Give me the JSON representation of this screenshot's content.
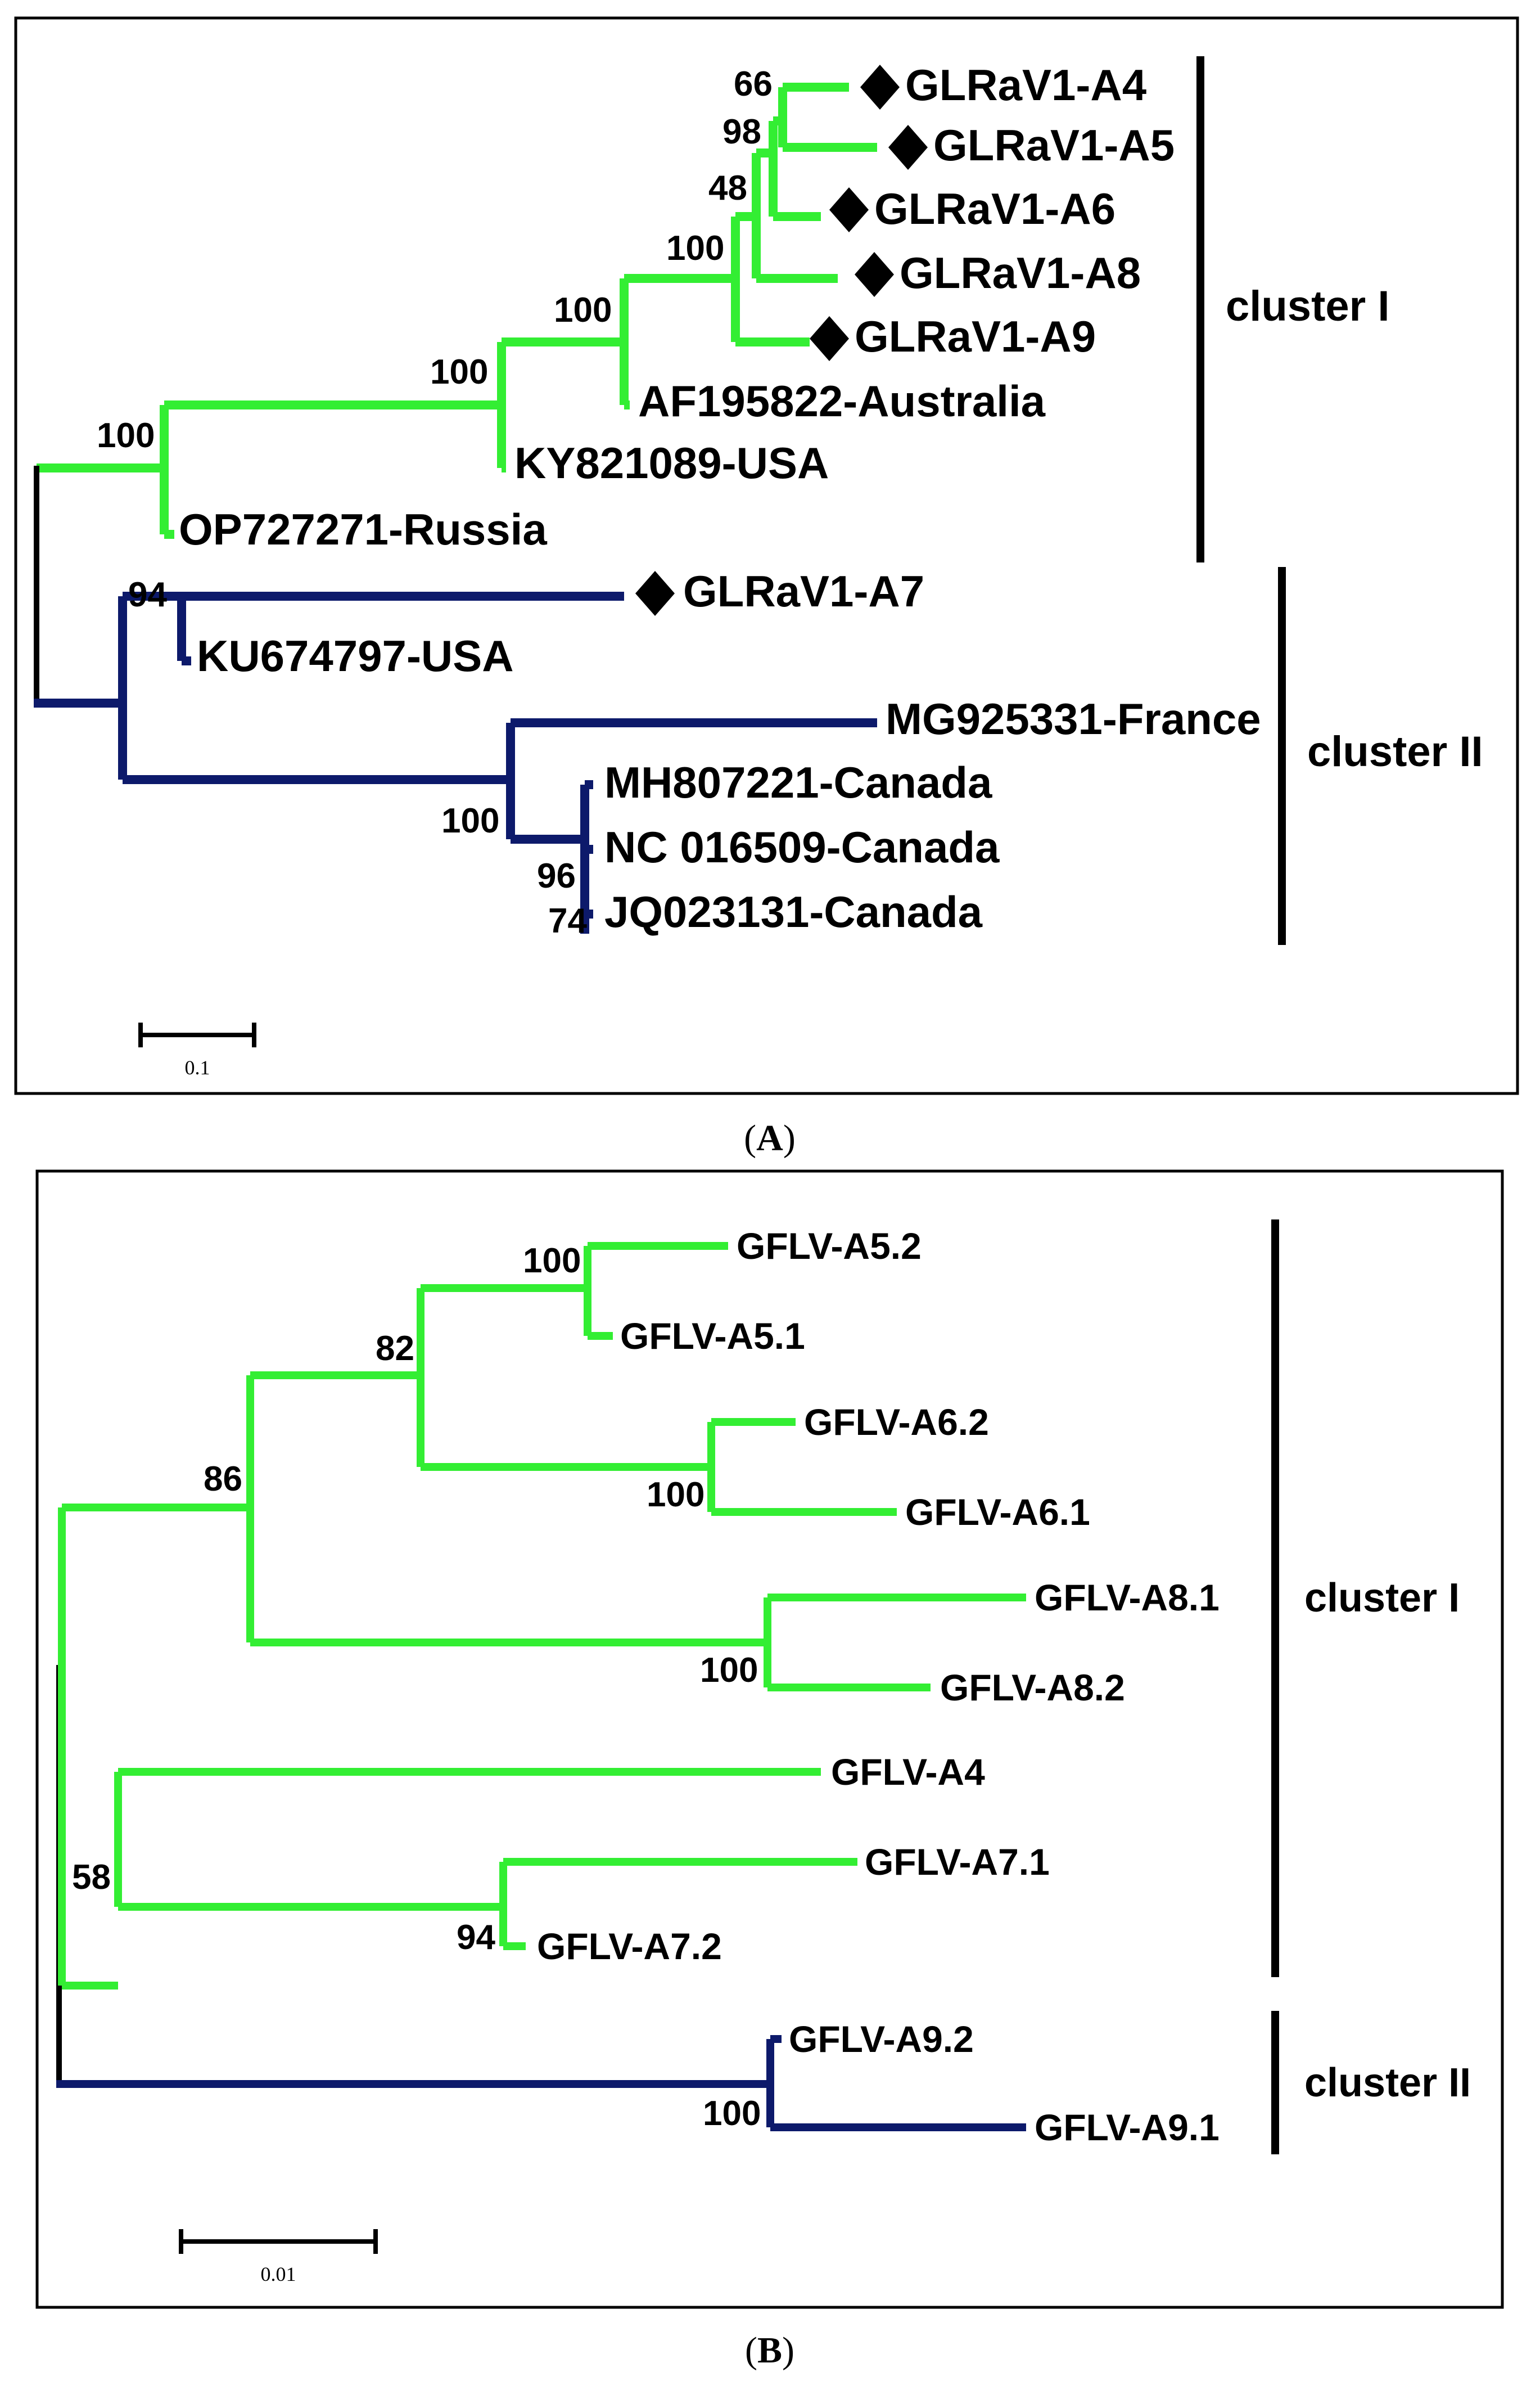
{
  "colors": {
    "green": "#33ee33",
    "navy": "#0d1a6b",
    "black": "#000000"
  },
  "panel_a": {
    "caption": {
      "letter": "A"
    },
    "scale_label": "0.1",
    "marker_icon": "diamond-icon",
    "leaves": {
      "a4": "GLRaV1-A4",
      "a5": "GLRaV1-A5",
      "a6": "GLRaV1-A6",
      "a8": "GLRaV1-A8",
      "a9": "GLRaV1-A9",
      "australia": "AF195822-Australia",
      "usa1": "KY821089-USA",
      "russia": "OP727271-Russia",
      "a7": "GLRaV1-A7",
      "usa2": "KU674797-USA",
      "france": "MG925331-France",
      "canada1": "MH807221-Canada",
      "canada2": "NC 016509-Canada",
      "canada3": "JQ023131-Canada"
    },
    "bootstrap": {
      "b66": "66",
      "b98": "98",
      "b48": "48",
      "b100a": "100",
      "b100b": "100",
      "b100c": "100",
      "b100d": "100",
      "b94": "94",
      "b100e": "100",
      "b96": "96",
      "b74": "74"
    },
    "clusters": {
      "one": "cluster I",
      "two": "cluster II"
    }
  },
  "panel_b": {
    "caption": {
      "letter": "B"
    },
    "scale_label": "0.01",
    "leaves": {
      "a52": "GFLV-A5.2",
      "a51": "GFLV-A5.1",
      "a62": "GFLV-A6.2",
      "a61": "GFLV-A6.1",
      "a81": "GFLV-A8.1",
      "a82": "GFLV-A8.2",
      "a4": "GFLV-A4",
      "a71": "GFLV-A7.1",
      "a72": "GFLV-A7.2",
      "a92": "GFLV-A9.2",
      "a91": "GFLV-A9.1"
    },
    "bootstrap": {
      "b100a": "100",
      "b82": "82",
      "b100b": "100",
      "b86": "86",
      "b100c": "100",
      "b58": "58",
      "b94": "94",
      "b100d": "100"
    },
    "clusters": {
      "one": "cluster I",
      "two": "cluster II"
    }
  }
}
